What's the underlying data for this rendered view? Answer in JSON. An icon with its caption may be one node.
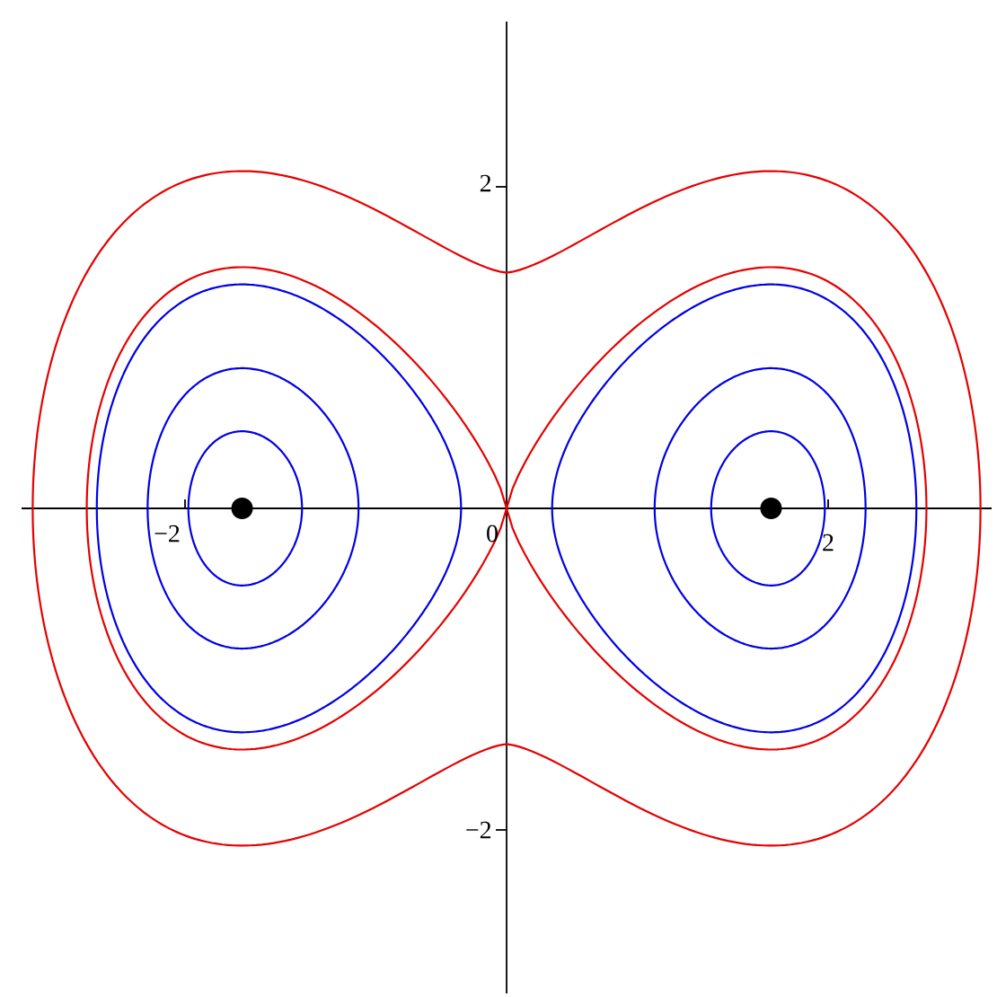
{
  "diagram": {
    "labels": [
      "2",
      "−2",
      "0",
      "2",
      "−2"
    ]
  }
}
